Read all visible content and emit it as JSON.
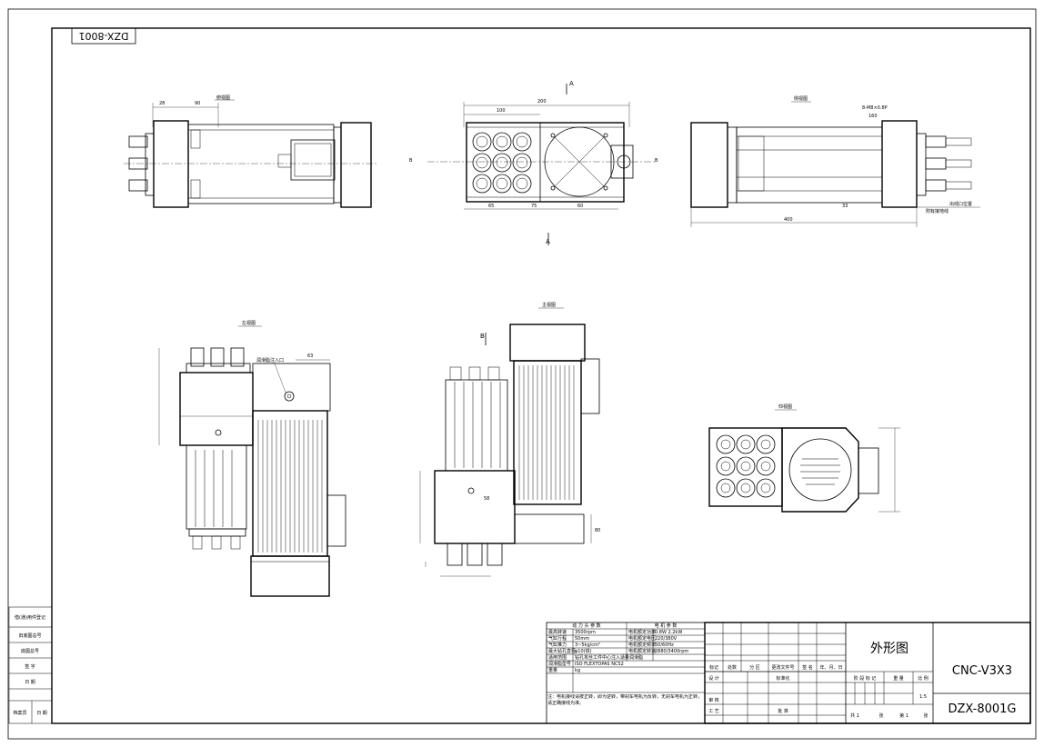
{
  "drawing": {
    "top_code": "DZX-8001",
    "main_title": "外形图",
    "model": "CNC-V3X3",
    "code": "DZX-8001G",
    "scale": "1:5",
    "view_labels": {
      "top": "俯视图",
      "front": "主视图",
      "side": "侧视图",
      "left": "左视图",
      "center": "主视图",
      "bottom_right": "仰视图"
    },
    "markers": {
      "a": "A",
      "b": "B"
    },
    "dims": {
      "d28": "28",
      "d90": "90",
      "d200": "200",
      "d100": "100",
      "d65": "65",
      "d75": "75",
      "d60": "60",
      "d8x8": "8-M8×0.8P",
      "d160": "160",
      "d400": "400",
      "d33": "33",
      "d63": "63",
      "d58": "58",
      "d80": "80",
      "hole_note": "润滑脂注入口",
      "note_right": "出线口位置",
      "note_right2": "附有接地线"
    }
  },
  "param_table": {
    "headers": [
      "动 力 头 参 数",
      "电 机 参 数"
    ],
    "rows": [
      [
        "最高转速",
        "3500rpm",
        "电机额定功率",
        "0.8W 2.2kW"
      ],
      [
        "气缸行程",
        "50mm",
        "电机额定电压",
        "220/380V"
      ],
      [
        "气缸推力",
        "3~5kg/cm²",
        "电机额定频率",
        "50/60Hz"
      ],
      [
        "最大钻孔直径",
        "φ10(铁)",
        "电机额定转速",
        "2880/3400rpm"
      ],
      [
        "适用范围",
        "钻孔攻丝工件中心注入适量润滑脂",
        "",
        ""
      ],
      [
        "润滑脂型号",
        "ISO FLEXTOPAS NCS2",
        "",
        ""
      ],
      [
        "重量",
        "kg",
        "",
        ""
      ]
    ],
    "note": "注：电机接线请按正转，即为逆转，带刹车电机为反转，无刹车电机为正转，请正确接线为准。"
  },
  "title_block": {
    "rev_headers": [
      "标记",
      "处数",
      "分 区",
      "更改文件号",
      "签 名",
      "年、月、日"
    ],
    "roles": [
      "设 计",
      "标准化",
      "审 核",
      "工 艺",
      "批 准"
    ],
    "stage_headers": [
      "阶 段 标 记",
      "重 量",
      "比 例"
    ],
    "sheet_text": [
      "共 1",
      "张",
      "第 1",
      "张"
    ]
  },
  "side_panel": {
    "labels": [
      "借(通)用件登记",
      "旧底图总号",
      "底图总号",
      "签 字",
      "日 期",
      "档案员",
      "日 期"
    ]
  }
}
